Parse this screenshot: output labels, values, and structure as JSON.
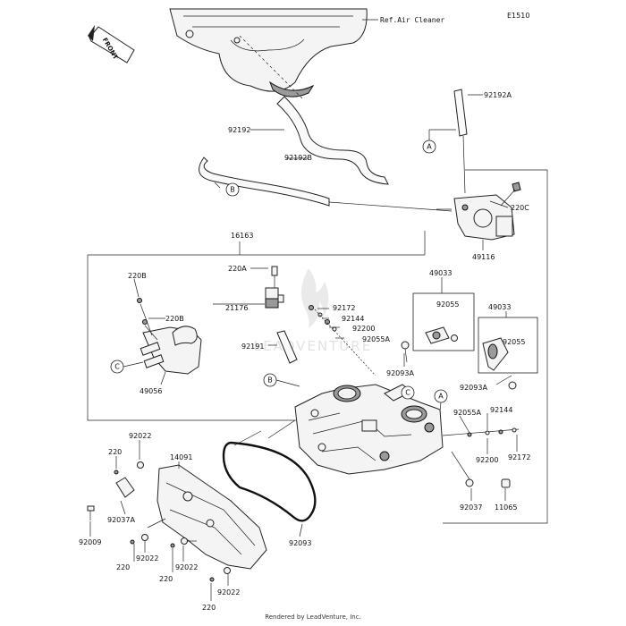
{
  "diagram": {
    "page_code": "E1510",
    "front_label": "FRONT",
    "ref_label": "Ref.Air Cleaner",
    "watermark_text": "LEADVENTURE",
    "footer": "Rendered by LeadVenture, Inc.",
    "callouts": {
      "a": "A",
      "b": "B",
      "c": "C"
    },
    "parts": {
      "p92192A": "92192A",
      "p92192": "92192",
      "p92192B": "92192B",
      "p220C": "220C",
      "p49116": "49116",
      "p16163": "16163",
      "p220A": "220A",
      "p49033_left": "49033",
      "p49033_right": "49033",
      "p220B_top": "220B",
      "p220B_mid": "220B",
      "p21176": "21176",
      "p92172_top": "92172",
      "p92144_top": "92144",
      "p92200_top": "92200",
      "p92055A_top": "92055A",
      "p92191": "92191",
      "p92055_left": "92055",
      "p92055_right": "92055",
      "p92093A_left": "92093A",
      "p92093A_right": "92093A",
      "p49056": "49056",
      "p92055A_right": "92055A",
      "p92144_right": "92144",
      "p92200_right": "92200",
      "p92172_right": "92172",
      "p92037": "92037",
      "p11065": "11065",
      "p92022_top": "92022",
      "p14091": "14091",
      "p220_top": "220",
      "p92037A": "92037A",
      "p92009": "92009",
      "p92093": "92093",
      "p220_mid": "220",
      "p92022_mid": "92022",
      "p92022_low": "92022",
      "p220_low": "220",
      "p92022_bottom": "92022",
      "p220_bottom": "220"
    }
  }
}
